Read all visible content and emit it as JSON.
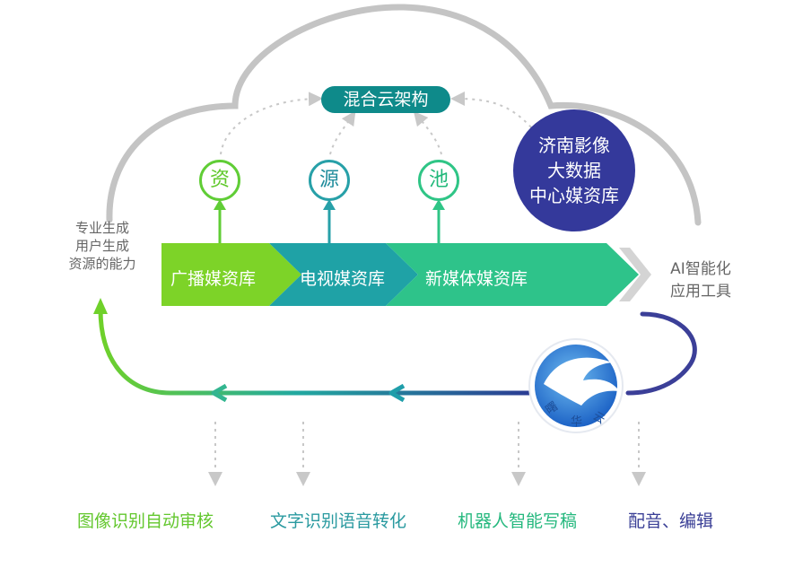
{
  "header": {
    "label": "混合云架构"
  },
  "pool_nodes": [
    "资",
    "源",
    "池"
  ],
  "center_circle": {
    "lines": [
      "济南影像",
      "大数据",
      "中心媒资库"
    ]
  },
  "left_label": {
    "lines": [
      "专业生成",
      "用户生成",
      "资源的能力"
    ]
  },
  "right_label": {
    "lines": [
      "AI智能化",
      "应用工具"
    ]
  },
  "band": {
    "segments": [
      "广播媒资库",
      "电视媒资库",
      "新媒体媒资库"
    ]
  },
  "logo": {
    "text": [
      "曙",
      "华",
      "云"
    ]
  },
  "bottom_items": [
    "图像识别自动审核",
    "文字识别语音转化",
    "机器人智能写稿",
    "配音、编辑"
  ],
  "colors": {
    "teal_header": "#0e8a8a",
    "lime": "#7dd328",
    "teal": "#1fa2a6",
    "green": "#2ec38a",
    "navy": "#34399b",
    "gray": "#b9b9b9"
  }
}
